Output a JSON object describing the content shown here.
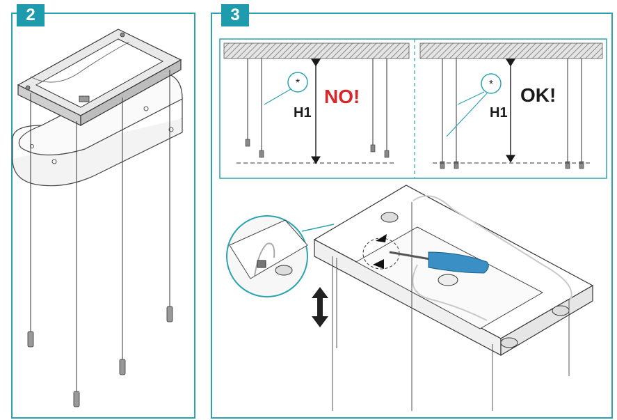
{
  "steps": {
    "step2": {
      "number": "2"
    },
    "step3": {
      "number": "3"
    }
  },
  "diagram_wrong": {
    "verdict": "NO!",
    "height_label": "H1",
    "note_marker": "*"
  },
  "diagram_right": {
    "verdict": "OK!",
    "height_label": "H1",
    "note_marker": "*"
  },
  "colors": {
    "accent": "#1e9cad",
    "no_red": "#d7262c",
    "ok_black": "#1a1a1a",
    "screwdriver_blue": "#3a8fc4",
    "hatch": "#9a9a9a"
  }
}
